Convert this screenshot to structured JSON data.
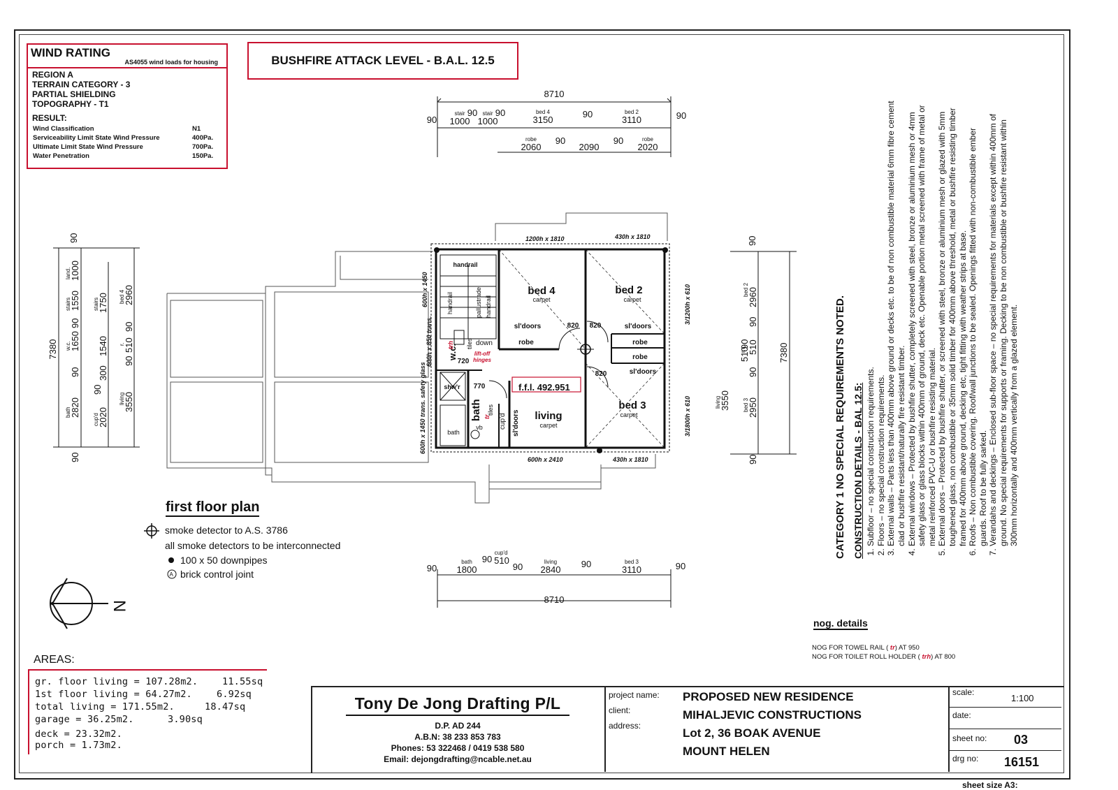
{
  "wind": {
    "title": "WIND RATING",
    "standard": "AS4055 wind loads for housing",
    "conditions": [
      "REGION A",
      "TERRAIN CATEGORY - 3",
      "PARTIAL SHIELDING",
      "TOPOGRAPHY - T1"
    ],
    "result_label": "RESULT:",
    "results": [
      {
        "label": "Wind Classification",
        "value": "N1"
      },
      {
        "label": "Serviceability Limit State Wind Pressure",
        "value": "400Pa."
      },
      {
        "label": "Ultimate Limit State Wind Pressure",
        "value": "700Pa."
      },
      {
        "label": "Water Penetration",
        "value": "150Pa."
      }
    ]
  },
  "bal": "BUSHFIRE ATTACK LEVEL - B.A.L. 12.5",
  "plan": {
    "title": "first floor plan",
    "rooms": {
      "bed4": "bed 4",
      "bed2": "bed 2",
      "bed3": "bed 3",
      "living": "living",
      "bath": "bath",
      "wc": "w.c.",
      "carpet": "carpet",
      "down": "down",
      "robe": "robe",
      "sldoors": "sl'doors",
      "shwr": "shw'r",
      "bath_small": "bath",
      "vb": "vb",
      "cupd": "cup'd",
      "tiles": "tiles",
      "handrail": "handrail",
      "pallustrade": "pallustrade",
      "liftoff": "lift-off",
      "hinges": "hinges",
      "ffl": "f.f.l. 492.951",
      "d820": "820",
      "d770": "770",
      "d720": "720",
      "trh": "trh",
      "tr": "tr"
    },
    "windows": {
      "w1": "1200h x 1810",
      "w2": "430h x 1810",
      "w3": "600h x 1450",
      "w4": "600h x 850 trans.",
      "w5": "600h x 1450 trans. safety glass",
      "w6": "600h x 2410",
      "w7": "430h x 1810",
      "w8": "3/1200h x 610",
      "w9": "3/1800h x 610"
    },
    "dims_top": {
      "overall": "8710",
      "row1": [
        "90",
        "stair",
        "1000",
        "90",
        "stair",
        "1000",
        "90",
        "bed 4",
        "3150",
        "90",
        "bed 2",
        "3110",
        "90"
      ],
      "row2": [
        "robe",
        "2060",
        "90",
        "2090",
        "90",
        "robe",
        "2020"
      ]
    },
    "dims_bottom": {
      "overall": "8710",
      "row": [
        "90",
        "bath",
        "1800",
        "90",
        "cup'd",
        "510",
        "90",
        "living",
        "2840",
        "90",
        "bed 3",
        "3110",
        "90"
      ]
    },
    "dims_left": {
      "overall": "7380",
      "outer": [
        "90",
        "land.",
        "1000",
        "stairs",
        "1550",
        "90",
        "w.c.",
        "1650",
        "90",
        "bath",
        "2820",
        "90"
      ],
      "mid": [
        "stairs",
        "1750",
        "1540",
        "300",
        "90",
        "cup'd",
        "2020"
      ],
      "inner": [
        "bed 4",
        "2960",
        "90",
        "r.",
        "510",
        "90",
        "living",
        "3550"
      ]
    },
    "dims_right": {
      "overall": "7380",
      "items": [
        "90",
        "bed 2",
        "2960",
        "90",
        "r.",
        "510",
        "90",
        "90",
        "bed 3",
        "2950",
        "living",
        "3550",
        "90",
        "510"
      ]
    }
  },
  "legend": [
    "smoke detector to A.S. 3786",
    "all smoke detectors to be interconnected",
    "100 x 50 downpipes",
    "brick control joint"
  ],
  "north": "N",
  "areas": {
    "title": "AREAS:",
    "rows": [
      {
        "label": "gr. floor living  =  107.28m2.",
        "sq": "11.55sq"
      },
      {
        "label": "1st floor living  =  64.27m2.",
        "sq": "6.92sq"
      },
      {
        "label": "total  living  =  171.55m2.",
        "sq": "18.47sq"
      },
      {
        "label": "garage  =  36.25m2.",
        "sq": "3.90sq"
      },
      {
        "label": "deck  =  23.32m2.",
        "sq": ""
      },
      {
        "label": "porch  =  1.73m2.",
        "sq": ""
      }
    ]
  },
  "construction": {
    "category": "CATEGORY 1     NO SPECIAL REQUIREMENTS NOTED.",
    "heading": "CONSTRUCTION DETAILS - BAL 12.5:",
    "items": [
      "Subfloor – no special construction requirements.",
      "Floors – no special construction requirements.",
      "External walls – Parts less than 400mm above ground or decks etc. to be of non combustible material 6mm fibre cement clad or bushfire resistant/naturally fire resistant timber.",
      "External windows – Protected by bushfire shutter, completely screened with steel, bronze or aluminium mesh or 4mm safety glass or glass blocks within 400mm of ground, deck etc. Openable portion metal screened with frame of metal or metal reinforced PVC-U or bushfire resisting material.",
      "External doors – Protected by bushfire shutter, or screened with steel, bronze or aluminium mesh or glazed with 5mm toughened glass, non combustible or 35mm solid timber for 400mm above threshold, metal or bushfire resisting timber framed for 400mm above ground, decking etc, tight fitting with weather strips at base.",
      "Roofs – Non combustible covering. Roof/wall junctions to be sealed. Openings fitted with non-combustible ember guards. Roof to be fully sarked.",
      "Verandahs and deckings – Enclosed sub-floor space – no special requirements for materials except within 400mm of ground. No special requirements for supports or framing. Decking to be non combustible or bushfire resistant within 300mm horizontally and 400mm vertically from a glazed element."
    ]
  },
  "nog": {
    "title": "nog. details",
    "line1_a": "NOG FOR TOWEL RAIL (",
    "line1_tag": "tr",
    "line1_b": ") AT 950",
    "line2_a": "NOG FOR TOILET ROLL HOLDER (",
    "line2_tag": "trh",
    "line2_b": ") AT 800"
  },
  "firm": {
    "name": "Tony De Jong Drafting P/L",
    "dp": "D.P. AD 244",
    "abn": "A.B.N: 38 233 853 783",
    "phones": "Phones: 53 322468 / 0419 538 580",
    "email": "Email: dejongdrafting@ncable.net.au"
  },
  "project": {
    "name_label": "project name:",
    "client_label": "client:",
    "address_label": "address:",
    "name": "PROPOSED NEW RESIDENCE",
    "client": "MIHALJEVIC CONSTRUCTIONS",
    "address1": "Lot 2, 36 BOAK AVENUE",
    "address2": "MOUNT HELEN"
  },
  "sheet": {
    "scale_label": "scale:",
    "scale": "1:100",
    "date_label": "date:",
    "date": "",
    "sheet_label": "sheet no:",
    "sheet_no": "03",
    "drg_label": "drg no:",
    "drg_no": "16151",
    "size": "sheet size A3:"
  }
}
